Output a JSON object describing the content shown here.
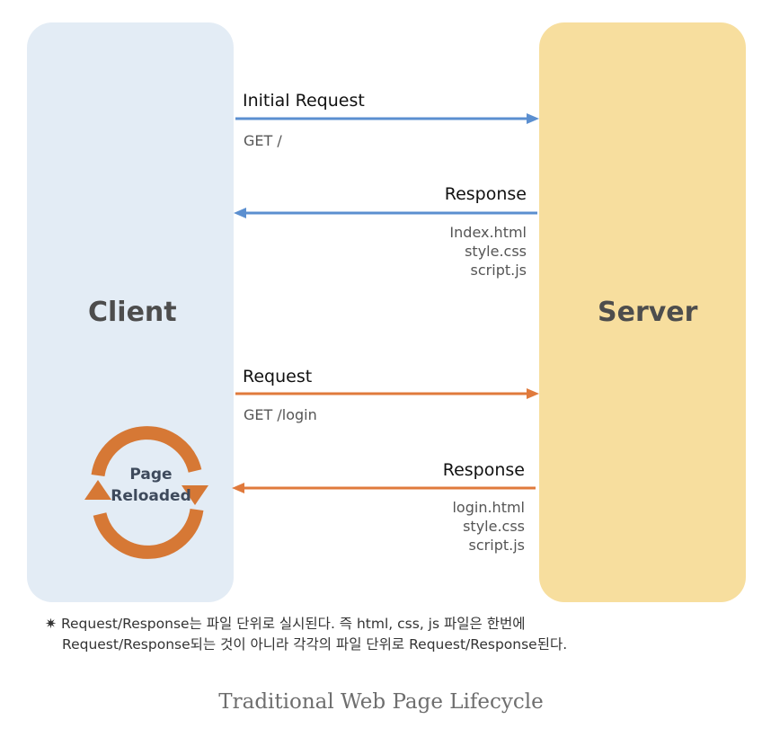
{
  "client": {
    "title": "Client"
  },
  "server": {
    "title": "Server"
  },
  "exchanges": [
    {
      "label": "Initial Request",
      "detail": "GET /",
      "direction": "client-to-server",
      "color": "#5b8fd0"
    },
    {
      "label": "Response",
      "files": [
        "Index.html",
        "style.css",
        "script.js"
      ],
      "direction": "server-to-client",
      "color": "#5b8fd0"
    },
    {
      "label": "Request",
      "detail": "GET /login",
      "direction": "client-to-server",
      "color": "#e07a3c"
    },
    {
      "label": "Response",
      "files": [
        "login.html",
        "style.css",
        "script.js"
      ],
      "direction": "server-to-client",
      "color": "#e07a3c"
    }
  ],
  "reload": {
    "line1": "Page",
    "line2": "Reloaded",
    "icon": "refresh-icon",
    "color": "#d67835"
  },
  "footnote": {
    "marker": "✷",
    "line1": "Request/Response는 파일 단위로 실시된다. 즉 html, css, js 파일은 한번에",
    "line2": "Request/Response되는 것이 아니라 각각의 파일 단위로 Request/Response된다."
  },
  "caption": "Traditional Web Page Lifecycle"
}
